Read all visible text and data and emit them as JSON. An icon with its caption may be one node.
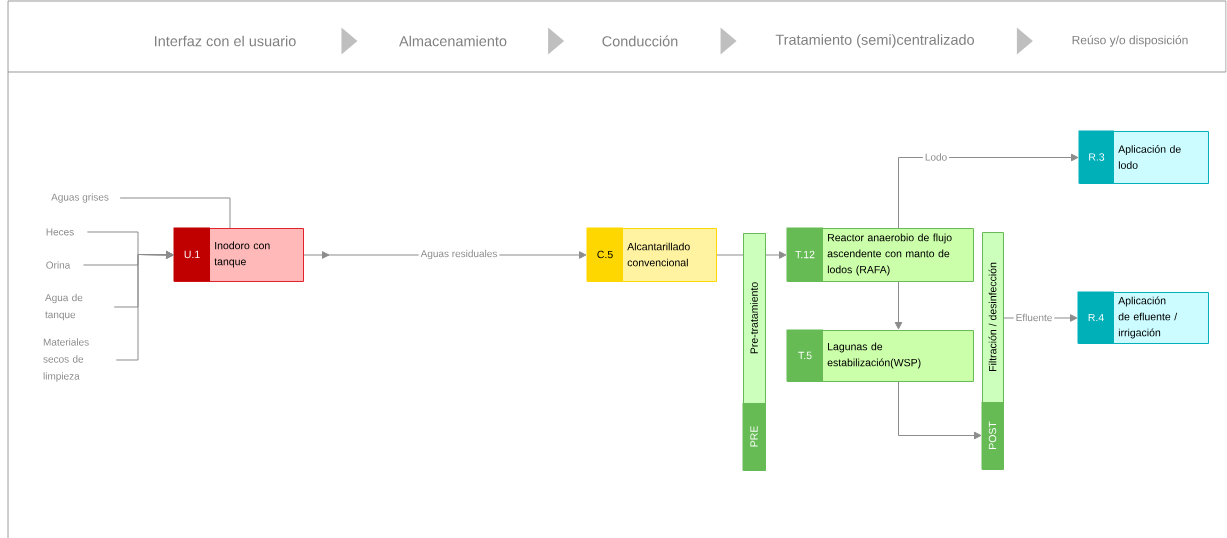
{
  "diagram": {
    "nodes": [
      {
        "text": [
          "Interfaz con el usuario"
        ]
      },
      {
        "text": [
          "Almacenamiento"
        ]
      },
      {
        "text": [
          "Conducción"
        ]
      },
      {
        "text": [
          "Tratamiento (semi)centralizado"
        ]
      },
      {
        "text": [
          "Reúso y/o disposición"
        ]
      },
      {
        "text": [
          "Aguas grises"
        ]
      },
      {
        "text": [
          "Heces"
        ]
      },
      {
        "text": [
          "Orina"
        ]
      },
      {
        "text": [
          "Agua de tanque"
        ]
      },
      {
        "text": [
          "Materiales secos de limpieza"
        ]
      },
      {
        "text": [
          "U.1",
          "Inodoro con tanque"
        ]
      },
      {
        "text": [
          "C.5",
          "Alcantarillado convencional"
        ]
      },
      {
        "text": [
          "Pre-tratamiento",
          "PRE"
        ]
      },
      {
        "text": [
          "T.12",
          "Reactor anaerobio de flujo ascendente con manto de lodos (RAFA)"
        ]
      },
      {
        "text": [
          "T.5",
          "Lagunas de estabilización(WSP)"
        ]
      },
      {
        "text": [
          "Filtración / desinfección",
          "POST"
        ]
      },
      {
        "text": [
          "R.3",
          "Aplicación de lodo"
        ]
      },
      {
        "text": [
          "R.4",
          "Aplicación de efluente / irrigación"
        ]
      }
    ],
    "edges": [
      {
        "from": 0,
        "to": 1,
        "arrow": "to"
      },
      {
        "from": 1,
        "to": 2,
        "arrow": "to"
      },
      {
        "from": 2,
        "to": 3,
        "arrow": "to"
      },
      {
        "from": 3,
        "to": 4,
        "arrow": "to"
      },
      {
        "from": 5,
        "to": 10,
        "arrow": "none"
      },
      {
        "from": 6,
        "to": 10,
        "arrow": "to"
      },
      {
        "from": 7,
        "to": 10,
        "arrow": "to"
      },
      {
        "from": 8,
        "to": 10,
        "arrow": "to"
      },
      {
        "from": 9,
        "to": 10,
        "arrow": "to"
      },
      {
        "from": 10,
        "to": 11,
        "arrow": "to",
        "label": "Aguas residuales"
      },
      {
        "from": 11,
        "to": 12,
        "arrow": "none"
      },
      {
        "from": 12,
        "to": 13,
        "arrow": "to"
      },
      {
        "from": 13,
        "to": 16,
        "arrow": "to",
        "label": "Lodo"
      },
      {
        "from": 13,
        "to": 14,
        "arrow": "to"
      },
      {
        "from": 14,
        "to": 15,
        "arrow": "to"
      },
      {
        "from": 15,
        "to": 17,
        "arrow": "to",
        "label": "Efluente"
      }
    ]
  }
}
